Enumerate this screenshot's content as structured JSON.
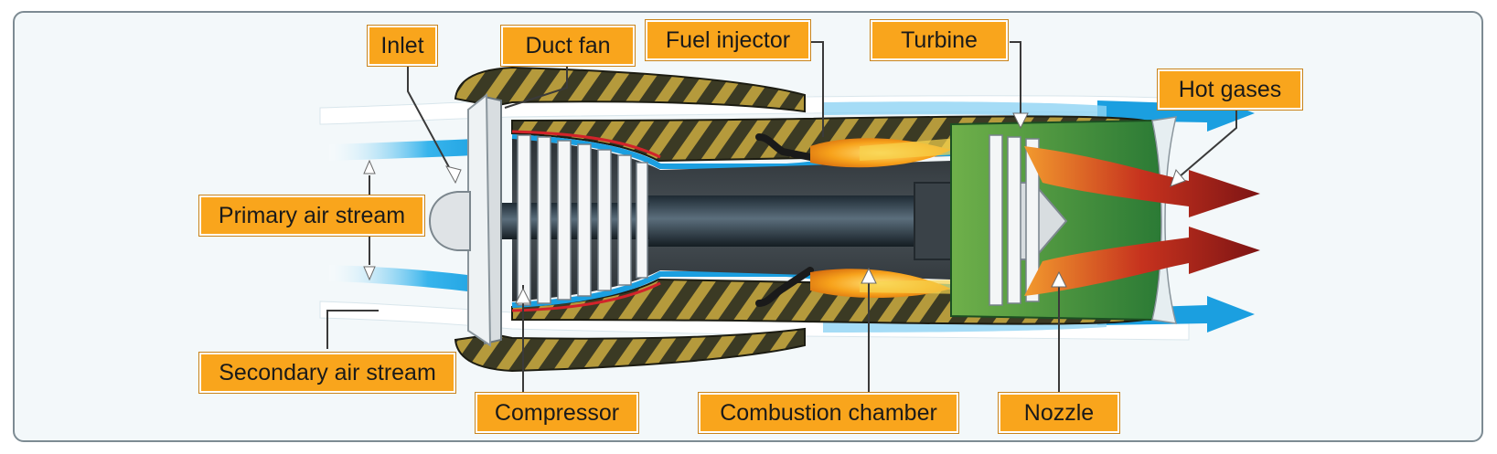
{
  "labels": {
    "inlet": "Inlet",
    "duct_fan": "Duct fan",
    "fuel_injector": "Fuel injector",
    "turbine": "Turbine",
    "hot_gases": "Hot gases",
    "primary_air_stream": "Primary air stream",
    "secondary_air_stream": "Secondary air stream",
    "compressor": "Compressor",
    "combustion_chamber": "Combustion chamber",
    "nozzle": "Nozzle"
  },
  "colors": {
    "label_fill": "#f9a51c",
    "casing_stripe_dark": "#3b3a24",
    "casing_stripe_light": "#b59a3c",
    "airflow_blue": "#1b9fe0",
    "exhaust_red": "#9b1b1b",
    "nozzle_green": "#3c8a3a",
    "flame": "#f7a21b"
  }
}
